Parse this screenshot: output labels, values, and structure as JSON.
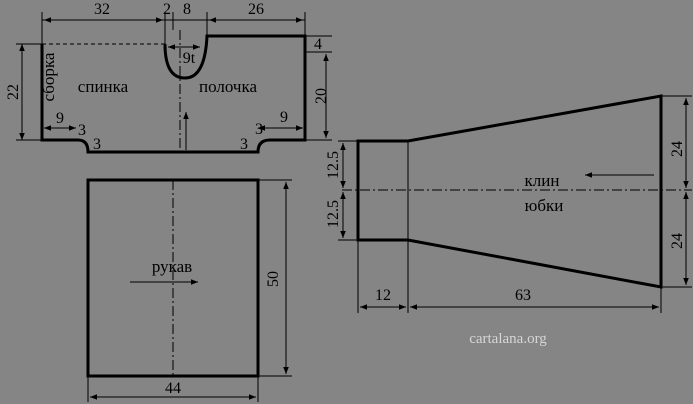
{
  "bodice": {
    "dims": {
      "back_width": "32",
      "gap": "2",
      "neck": "8",
      "front_width": "26",
      "shoulder_drop": "4",
      "height": "22",
      "front_height": "20",
      "left_hem": "9",
      "left_step_a": "3",
      "left_step_b": "3",
      "right_hem": "9",
      "right_step_a": "3",
      "right_step_b": "3",
      "neck_depth": "9t"
    },
    "labels": {
      "gather": "сборка",
      "back": "спинка",
      "front": "полочка"
    }
  },
  "sleeve": {
    "dims": {
      "height": "50",
      "width": "44"
    },
    "labels": {
      "name": "рукав"
    }
  },
  "skirt": {
    "dims": {
      "left_upper": "12.5",
      "left_lower": "12.5",
      "right_upper": "24",
      "right_lower": "24",
      "narrow_len": "12",
      "wide_len": "63"
    },
    "labels": {
      "line1": "клин",
      "line2": "юбки"
    }
  },
  "watermark": "cartalana.org"
}
